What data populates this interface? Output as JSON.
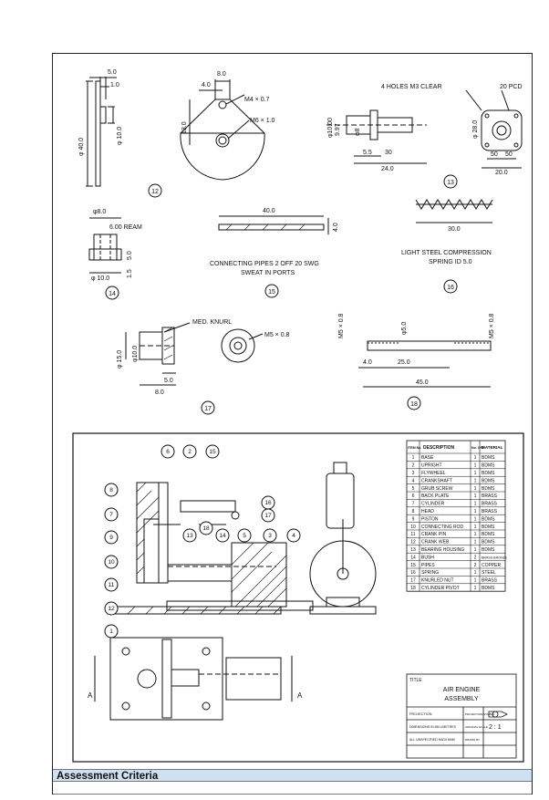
{
  "top_sheet": {
    "dims": {
      "d5_0": "5.0",
      "d1_0": "1.0",
      "d8_0": "8.0",
      "d4_0": "4.0",
      "d13_0": "13.0",
      "m4": "M4 × 0.7",
      "m6": "M6 × 1.0",
      "phi40": "φ 40.0",
      "phi10": "φ 10.0",
      "holes": "4 HOLES M3 CLEAR",
      "pcd": "20 PCD",
      "phi10b": "φ10.00",
      "phi9_97": "9.97",
      "phi8": "φ8",
      "phi28": "φ 28.0",
      "d5_5": "5.5",
      "d30": "30",
      "d24": "24.0",
      "d5a": "50",
      "d5b": "50",
      "d20": "20.0",
      "phi8_0": "φ8.0",
      "ream": "6.00 REAM",
      "d5_0b": "5.0",
      "d1_5": "1.5",
      "phi10_0": "φ 10.0",
      "d40_0": "40.0",
      "d4_0b": "4.0",
      "pipes_line1": "CONNECTING PIPES 2 OFF 20 SWG",
      "pipes_line2": "SWEAT IN PORTS",
      "d30_0": "30.0",
      "spring_line1": "LIGHT STEEL COMPRESSION",
      "spring_line2": "SPRING ID 5.0",
      "knurl": "MED. KNURL",
      "m5": "M5 × 0.8",
      "phi15": "φ 15.0",
      "phi10c": "φ10.0",
      "d5_0c": "5.0",
      "d8_0b": "8.0",
      "m5a": "M5 × 0.8",
      "phi5": "φ5.0",
      "m5b": "M5 × 0.8",
      "d4_0c": "4.0",
      "d25": "25.0",
      "d45": "45.0"
    },
    "parts": {
      "p12": "12",
      "p13": "13",
      "p14": "14",
      "p15": "15",
      "p16": "16",
      "p17": "17",
      "p18": "18"
    }
  },
  "assembly": {
    "balloons": [
      "1",
      "2",
      "3",
      "4",
      "5",
      "6",
      "7",
      "8",
      "9",
      "10",
      "11",
      "12",
      "13",
      "14",
      "15",
      "16",
      "17",
      "18"
    ],
    "section_label_a": "A",
    "section_label_b": "A",
    "bom_headers": {
      "item": "ITEM No.",
      "description": "DESCRIPTION",
      "no_off": "No. OFF",
      "material": "MATERIAL"
    },
    "bom_rows": [
      {
        "item": "1",
        "desc": "BASE",
        "off": "1",
        "mat": "BDMS"
      },
      {
        "item": "2",
        "desc": "UPRIGHT",
        "off": "1",
        "mat": "BDMS"
      },
      {
        "item": "3",
        "desc": "FLYWHEEL",
        "off": "1",
        "mat": "BDMS"
      },
      {
        "item": "4",
        "desc": "CRANKSHAFT",
        "off": "1",
        "mat": "BDMS"
      },
      {
        "item": "5",
        "desc": "GRUB SCREW",
        "off": "1",
        "mat": "BDMS"
      },
      {
        "item": "6",
        "desc": "BACK PLATE",
        "off": "1",
        "mat": "BRASS"
      },
      {
        "item": "7",
        "desc": "CYLINDER",
        "off": "1",
        "mat": "BRASS"
      },
      {
        "item": "8",
        "desc": "HEAD",
        "off": "1",
        "mat": "BRASS"
      },
      {
        "item": "9",
        "desc": "PISTON",
        "off": "1",
        "mat": "BDMS"
      },
      {
        "item": "10",
        "desc": "CONNECTING ROD",
        "off": "1",
        "mat": "BDMS"
      },
      {
        "item": "11",
        "desc": "CRANK PIN",
        "off": "1",
        "mat": "BDMS"
      },
      {
        "item": "12",
        "desc": "CRANK WEB",
        "off": "1",
        "mat": "BDMS"
      },
      {
        "item": "13",
        "desc": "BEARING HOUSING",
        "off": "1",
        "mat": "BDMS"
      },
      {
        "item": "14",
        "desc": "BUSH",
        "off": "2",
        "mat": "BRASS BRONZE"
      },
      {
        "item": "15",
        "desc": "PIPES",
        "off": "2",
        "mat": "COPPER"
      },
      {
        "item": "16",
        "desc": "SPRING",
        "off": "1",
        "mat": "STEEL"
      },
      {
        "item": "17",
        "desc": "KNURLED NUT",
        "off": "1",
        "mat": "BRASS"
      },
      {
        "item": "18",
        "desc": "CYLINDER PIVOT",
        "off": "1",
        "mat": "BDMS"
      }
    ],
    "title_block": {
      "title_label": "TITLE",
      "title_line1": "AIR ENGINE",
      "title_line2": "ASSEMBLY",
      "projection": "PROJECTION",
      "projection_symbol": "PROJECTION SYMBOL",
      "dimensions": "DIMENSIONS IN MILLIMETRES",
      "unspecified": "ALL UNSPECIFIED RADII 6MM",
      "original_scale": "ORIGINAL SCALE",
      "scale": "2 : 1",
      "drawn_by": "DRAWN BY"
    }
  },
  "footer": {
    "assessment_criteria": "Assessment Criteria"
  }
}
